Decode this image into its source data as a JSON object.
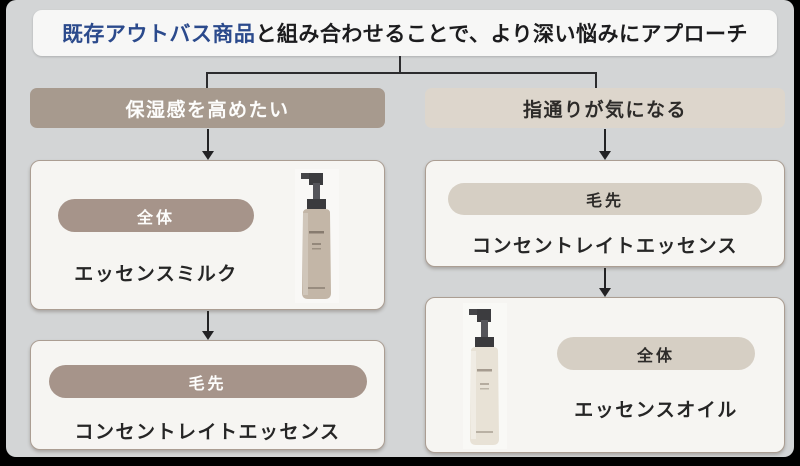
{
  "title": {
    "highlight": "既存アウトバス商品",
    "rest": "と組み合わせることで、より深い悩みにアプローチ"
  },
  "left_branch": {
    "title": "保湿感を高めたい",
    "card1": {
      "tag": "全体",
      "product": "エッセンスミルク",
      "image": "essence-milk-bottle"
    },
    "card2": {
      "tag": "毛先",
      "product": "コンセントレイトエッセンス"
    }
  },
  "right_branch": {
    "title": "指通りが気になる",
    "card1": {
      "tag": "毛先",
      "product": "コンセントレイトエッセンス"
    },
    "card2": {
      "tag": "全体",
      "product": "エッセンスオイル",
      "image": "essence-oil-bottle"
    }
  },
  "colors": {
    "title_highlight": "#2b4a8c",
    "taupe_dark": "#a6948a",
    "beige_light": "#d6cfc4",
    "canvas_bg": "#d3d5d6",
    "card_bg": "#f6f5f2",
    "text_dark": "#262626",
    "connector": "#2c2c2e"
  }
}
